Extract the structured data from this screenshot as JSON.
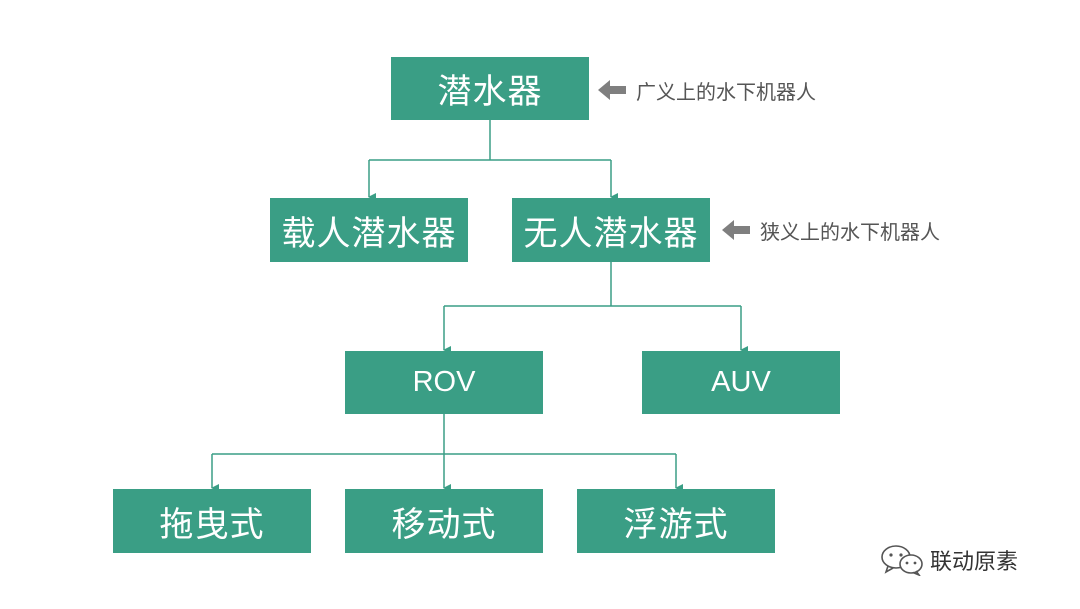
{
  "diagram": {
    "root": {
      "label": "潜水器"
    },
    "manned": {
      "label": "载人潜水器"
    },
    "unmanned": {
      "label": "无人潜水器"
    },
    "rov": {
      "label": "ROV"
    },
    "auv": {
      "label": "AUV"
    },
    "towed": {
      "label": "拖曳式"
    },
    "mobile": {
      "label": "移动式"
    },
    "floating": {
      "label": "浮游式"
    }
  },
  "annotations": {
    "broad": "广义上的水下机器人",
    "narrow": "狭义上的水下机器人"
  },
  "colors": {
    "node_fill": "#3a9e85",
    "node_text": "#ffffff",
    "connector": "#3a9e85",
    "annotation_arrow": "#7f7f7f",
    "annotation_text": "#555555"
  },
  "watermark": {
    "icon": "wechat-icon",
    "text": "联动原素"
  }
}
